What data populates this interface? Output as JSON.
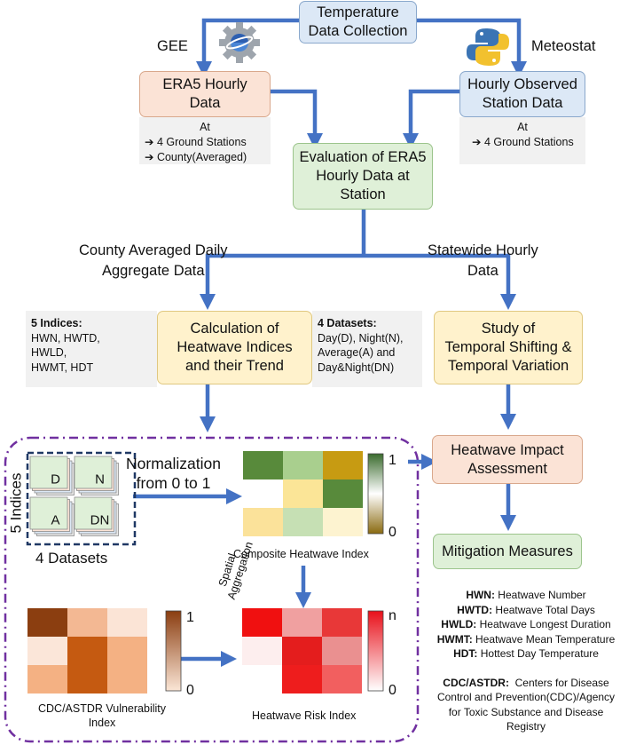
{
  "nodes": {
    "temp_collection": [
      "Temperature",
      "Data Collection"
    ],
    "era5_hourly": [
      "ERA5 Hourly",
      "Data"
    ],
    "station_data": [
      "Hourly Observed",
      "Station Data"
    ],
    "evaluation": [
      "Evaluation of ERA5",
      "Hourly Data at",
      "Station"
    ],
    "calc_indices": [
      "Calculation of",
      "Heatwave Indices",
      "and their Trend"
    ],
    "temporal_study": [
      "Study of",
      "Temporal Shifting &",
      "Temporal Variation"
    ],
    "impact": [
      "Heatwave Impact",
      "Assessment"
    ],
    "mitigation": "Mitigation Measures"
  },
  "notes": {
    "era5_at": {
      "title": "At",
      "items": [
        "4 Ground Stations",
        "County(Averaged)"
      ]
    },
    "station_at": {
      "title": "At",
      "items": [
        "4 Ground Stations"
      ]
    },
    "indices": {
      "title": "5 Indices:",
      "lines": [
        "HWN, HWTD,",
        "HWLD,",
        "HWMT, HDT"
      ]
    },
    "datasets": {
      "title": "4 Datasets:",
      "lines": [
        "Day(D), Night(N),",
        "Average(A) and",
        "Day&Night(DN)"
      ]
    }
  },
  "labels": {
    "gee": "GEE",
    "meteostat": "Meteostat",
    "county": [
      "County Averaged Daily",
      "Aggregate Data"
    ],
    "statewide": [
      "Statewide Hourly",
      "Data"
    ],
    "normalization": [
      "Normalization",
      "from 0 to 1"
    ],
    "five_indices": "5 Indices",
    "four_datasets": "4 Datasets",
    "composite": "Composite Heatwave Index",
    "spatial": [
      "Spatial",
      "Aggregation"
    ],
    "cdc_index": [
      "CDC/ASTDR Vulnerability",
      "Index"
    ],
    "risk_index": "Heatwave Risk Index"
  },
  "cards": [
    "D",
    "N",
    "A",
    "DN"
  ],
  "colorbars": {
    "composite": {
      "max": "1",
      "min": "0",
      "colors": [
        "#3a6b2d",
        "#ffffff",
        "#8a6a10"
      ]
    },
    "cdc": {
      "max": "1",
      "min": "0",
      "colors": [
        "#8a3d10",
        "#fbe6d6"
      ]
    },
    "risk": {
      "max": "n",
      "min": "0",
      "colors": [
        "#e8101a",
        "#ffffff"
      ]
    }
  },
  "heatmaps": {
    "composite": [
      [
        "#588a3b",
        "#a9cf8e",
        "#c79b12"
      ],
      [
        "#ffffff",
        "#fbe597",
        "#588a3b"
      ],
      [
        "#fbe29a",
        "#c6e0b4",
        "#fdf3d0"
      ]
    ],
    "cdc": [
      [
        "#8b3e10",
        "#f3b893",
        "#fbe4d6"
      ],
      [
        "#fbe6d9",
        "#c55a11",
        "#f4b183"
      ],
      [
        "#f4b183",
        "#c55a11",
        "#f4b183"
      ]
    ],
    "risk": [
      [
        "#f01010",
        "#f0a0a0",
        "#e83838"
      ],
      [
        "#fdeeee",
        "#e41d1d",
        "#ea9090"
      ],
      [
        "#ffffff",
        "#ee1d1d",
        "#f25f5f"
      ]
    ]
  },
  "definitions": [
    {
      "abbr": "HWN:",
      "text": " Heatwave Number"
    },
    {
      "abbr": "HWTD:",
      "text": " Heatwave Total Days"
    },
    {
      "abbr": "HWLD:",
      "text": " Heatwave Longest Duration"
    },
    {
      "abbr": "HWMT:",
      "text": " Heatwave Mean Temperature"
    },
    {
      "abbr": "HDT:",
      "text": " Hottest Day Temperature"
    }
  ],
  "cdc_def": {
    "abbr": "CDC/ASTDR:",
    "lines": [
      "  Centers for Disease",
      "Control and Prevention(CDC)/Agency",
      "for Toxic Substance and Disease",
      "Registry"
    ]
  },
  "colors": {
    "arrow": "#4472c4",
    "dashed_border": "#7030a0"
  }
}
